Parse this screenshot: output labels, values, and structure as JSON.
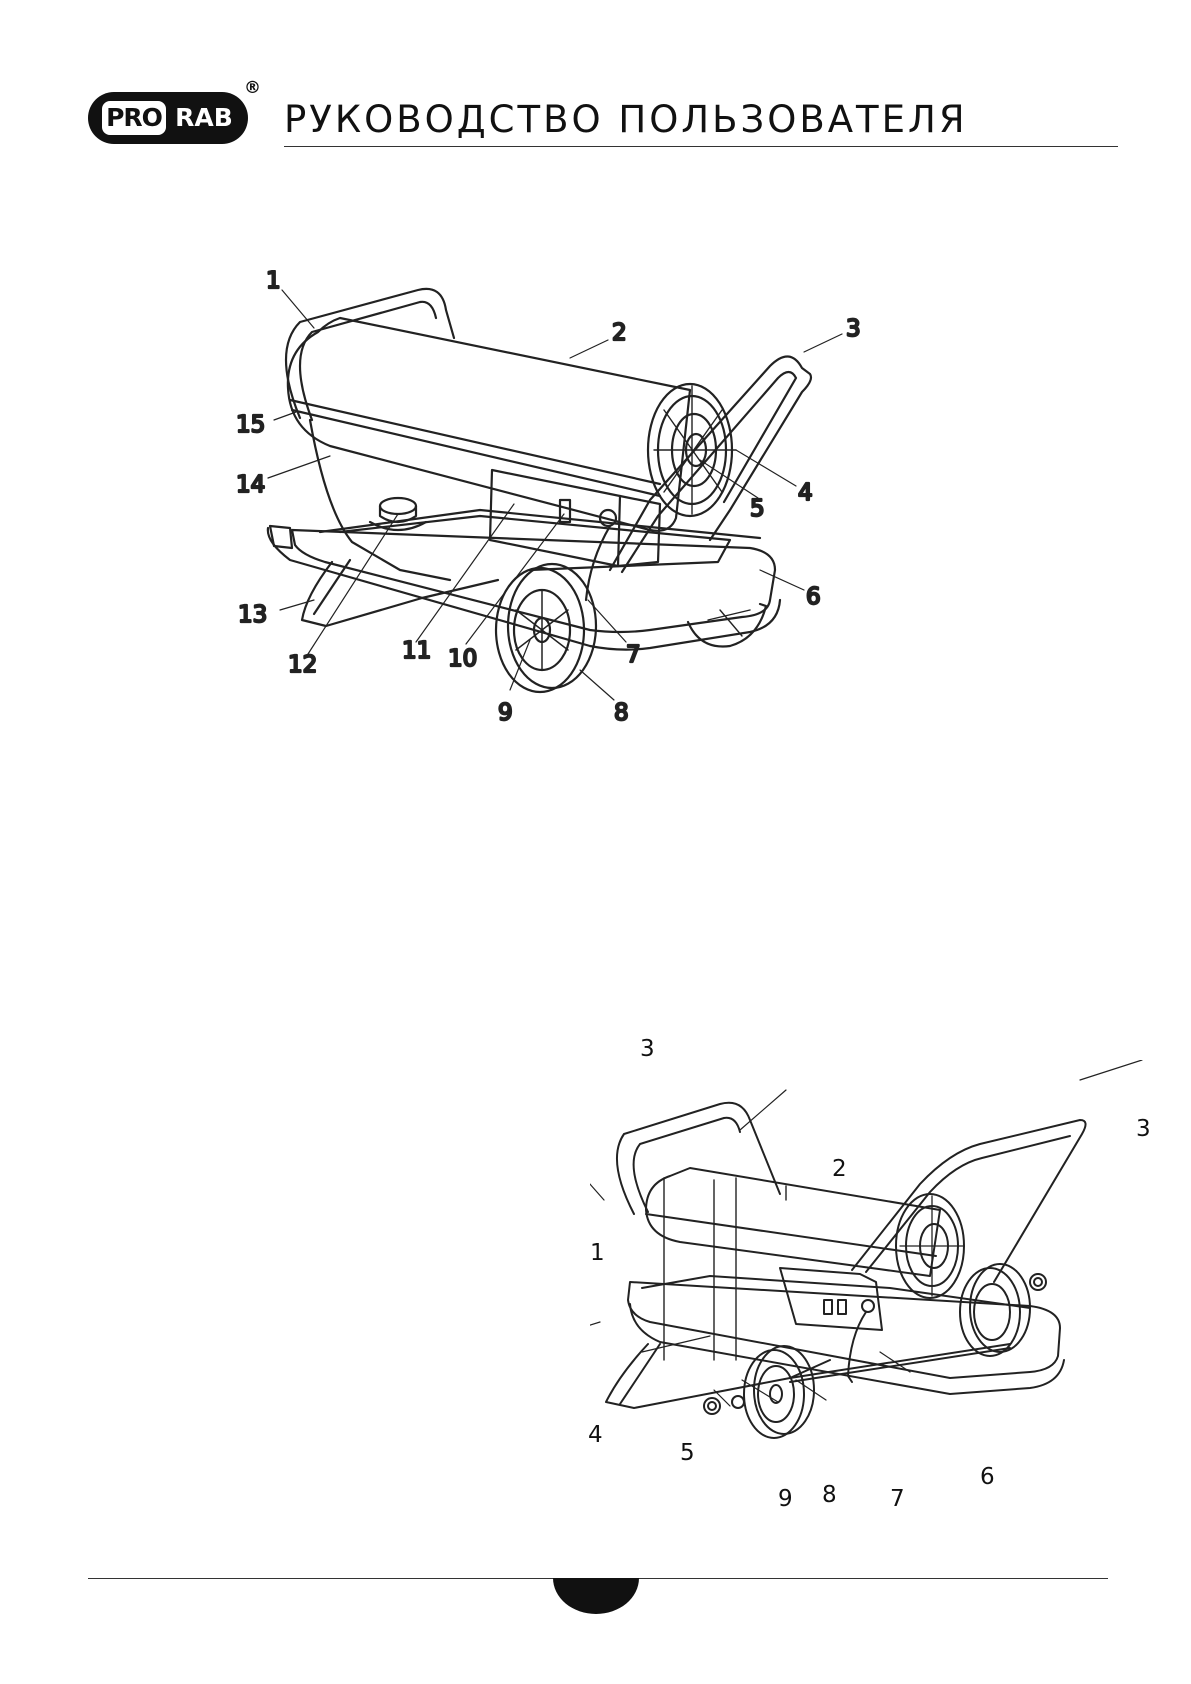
{
  "header": {
    "logo": {
      "pro": "PRO",
      "rab": "RAB",
      "registered": "®"
    },
    "title": "РУКОВОДСТВО ПОЛЬЗОВАТЕЛЯ"
  },
  "figure1": {
    "callouts": [
      "1",
      "2",
      "3",
      "4",
      "5",
      "6",
      "7",
      "8",
      "9",
      "10",
      "11",
      "12",
      "13",
      "14",
      "15"
    ]
  },
  "figure2": {
    "callouts": [
      "3",
      "3",
      "2",
      "1",
      "4",
      "5",
      "6",
      "7",
      "8",
      "9"
    ]
  },
  "colors": {
    "ink": "#111111",
    "paper": "#ffffff"
  }
}
